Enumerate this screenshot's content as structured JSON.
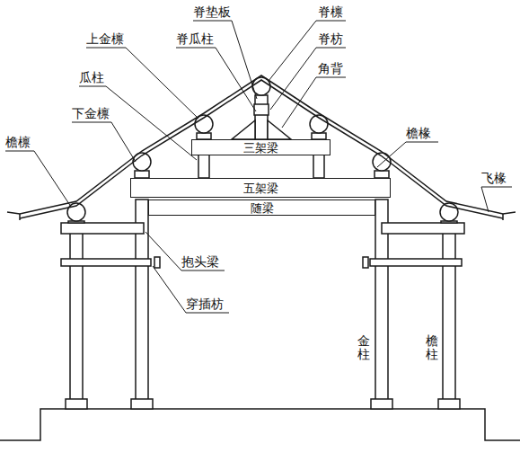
{
  "diagram": {
    "nodes": [
      {
        "text": [
          "三架梁"
        ]
      },
      {
        "text": [
          "五架梁"
        ]
      },
      {
        "text": [
          "随梁"
        ]
      }
    ],
    "labels": [
      "脊垫板",
      "脊檩",
      "上金檩",
      "脊瓜柱",
      "脊枋",
      "角背",
      "瓜柱",
      "下金檩",
      "檐椽",
      "檐檩",
      "飞椽",
      "抱头梁",
      "穿插枋",
      "金柱",
      "檐柱"
    ]
  }
}
